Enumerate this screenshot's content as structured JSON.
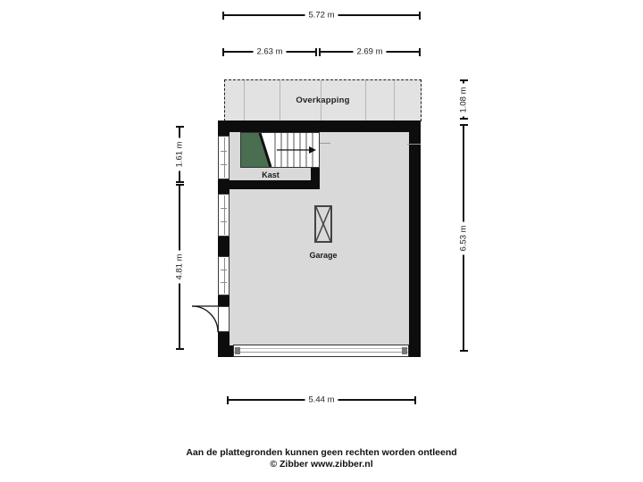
{
  "labels": {
    "overkapping": "Overkapping",
    "kast": "Kast",
    "garage": "Garage"
  },
  "dimensions": {
    "top_total": "5.72 m",
    "top_left": "2.63 m",
    "top_right": "2.69 m",
    "left_upper": "1.61 m",
    "left_lower": "4.81 m",
    "right_upper": "1.08 m",
    "right_lower": "6.53 m",
    "bottom": "5.44 m"
  },
  "footer": {
    "disclaimer": "Aan de plattegronden kunnen geen rechten worden ontleend",
    "credit": "© Zibber www.zibber.nl"
  },
  "colors": {
    "wall": "#0d0d0d",
    "floor_fill": "#d9d9d9",
    "overkapping_fill": "#e2e2e2",
    "stairs_green": "#4a6e50"
  }
}
